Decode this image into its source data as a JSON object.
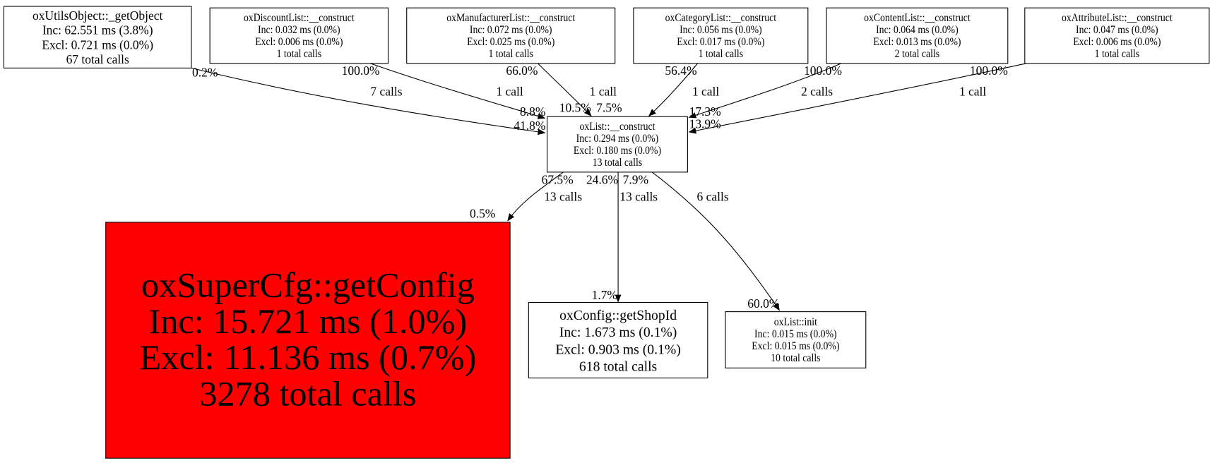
{
  "graph": {
    "colors": {
      "hot_node": "#ff0000",
      "node": "#ffffff",
      "stroke": "#000000"
    },
    "nodes": [
      {
        "id": "utils",
        "lines": [
          "oxUtilsObject::_getObject",
          "Inc: 62.551 ms (3.8%)",
          "Excl: 0.721 ms (0.0%)",
          "67 total calls"
        ]
      },
      {
        "id": "discount",
        "lines": [
          "oxDiscountList::__construct",
          "Inc: 0.032 ms (0.0%)",
          "Excl: 0.006 ms (0.0%)",
          "1 total calls"
        ]
      },
      {
        "id": "manufacturer",
        "lines": [
          "oxManufacturerList::__construct",
          "Inc: 0.072 ms (0.0%)",
          "Excl: 0.025 ms (0.0%)",
          "1 total calls"
        ]
      },
      {
        "id": "category",
        "lines": [
          "oxCategoryList::__construct",
          "Inc: 0.056 ms (0.0%)",
          "Excl: 0.017 ms (0.0%)",
          "1 total calls"
        ]
      },
      {
        "id": "content",
        "lines": [
          "oxContentList::__construct",
          "Inc: 0.064 ms (0.0%)",
          "Excl: 0.013 ms (0.0%)",
          "2 total calls"
        ]
      },
      {
        "id": "attribute",
        "lines": [
          "oxAttributeList::__construct",
          "Inc: 0.047 ms (0.0%)",
          "Excl: 0.006 ms (0.0%)",
          "1 total calls"
        ]
      },
      {
        "id": "list",
        "lines": [
          "oxList::__construct",
          "Inc: 0.294 ms (0.0%)",
          "Excl: 0.180 ms (0.0%)",
          "13 total calls"
        ]
      },
      {
        "id": "supercfg",
        "hot": true,
        "lines": [
          "oxSuperCfg::getConfig",
          "Inc: 15.721 ms (1.0%)",
          "Excl: 11.136 ms (0.7%)",
          "3278 total calls"
        ]
      },
      {
        "id": "shopid",
        "lines": [
          "oxConfig::getShopId",
          "Inc: 1.673 ms (0.1%)",
          "Excl: 0.903 ms (0.1%)",
          "618 total calls"
        ]
      },
      {
        "id": "init",
        "lines": [
          "oxList::init",
          "Inc: 0.015 ms (0.0%)",
          "Excl: 0.015 ms (0.0%)",
          "10 total calls"
        ]
      }
    ],
    "edges": [
      {
        "from": "utils",
        "to": "list",
        "calls": "7 calls",
        "tail_pct": "0.2%",
        "head_pct": "41.8%"
      },
      {
        "from": "discount",
        "to": "list",
        "calls": "1 call",
        "tail_pct": "100.0%",
        "head_pct": "8.8%"
      },
      {
        "from": "manufacturer",
        "to": "list",
        "calls": "1 call",
        "tail_pct": "66.0%",
        "head_pct": "10.5%"
      },
      {
        "from": "category",
        "to": "list",
        "calls": "1 call",
        "tail_pct": "56.4%",
        "head_pct": "7.5%"
      },
      {
        "from": "content",
        "to": "list",
        "calls": "2 calls",
        "tail_pct": "100.0%",
        "head_pct": "17.3%"
      },
      {
        "from": "attribute",
        "to": "list",
        "calls": "1 call",
        "tail_pct": "100.0%",
        "head_pct": "13.9%"
      },
      {
        "from": "list",
        "to": "supercfg",
        "calls": "13 calls",
        "tail_pct": "67.5%",
        "head_pct": "0.5%"
      },
      {
        "from": "list",
        "to": "shopid",
        "calls": "13 calls",
        "tail_pct": "24.6%",
        "head_pct": "1.7%"
      },
      {
        "from": "list",
        "to": "init",
        "calls": "6 calls",
        "tail_pct": "7.9%",
        "head_pct": "60.0%"
      }
    ]
  }
}
